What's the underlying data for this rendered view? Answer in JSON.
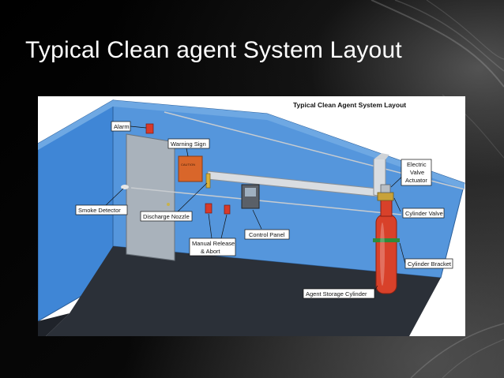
{
  "slide": {
    "title": "Typical Clean agent System Layout"
  },
  "figure": {
    "title": "Typical Clean Agent System Layout",
    "labels": {
      "alarm": "Alarm",
      "warning_sign": "Warning Sign",
      "warning_plate": "CAUTION",
      "electric_valve_actuator": [
        "Electric",
        "Valve",
        "Actuator"
      ],
      "smoke_detector": "Smoke Detector",
      "discharge_nozzle": "Discharge Nozzle",
      "cylinder_valve": "Cylinder Valve",
      "control_panel": "Control Panel",
      "manual_release": [
        "Manual Release",
        "& Abort"
      ],
      "cylinder_bracket": "Cylinder Bracket",
      "agent_storage_cylinder": "Agent Storage Cylinder"
    }
  },
  "colors": {
    "wall_blue": "#4a8fd8",
    "floor": "#2b3038",
    "cylinder": "#d8412a",
    "door": "#a9b2bb",
    "sign": "#d9662a",
    "alarm": "#d83a2a"
  }
}
